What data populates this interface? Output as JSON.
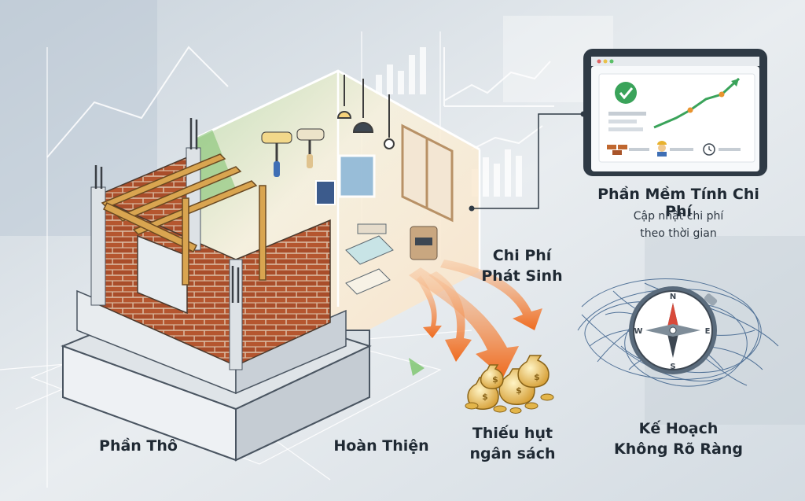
{
  "labels": {
    "phan_tho": "Phần Thô",
    "hoan_thien": "Hoàn Thiện",
    "thieu_hut": [
      "Thiếu hụt",
      "ngân sách"
    ],
    "ke_hoach": [
      "Kế Hoạch",
      "Không Rõ Ràng"
    ],
    "chi_phi_phat_sinh": [
      "Chi Phí",
      "Phát Sinh"
    ],
    "phan_mem": {
      "title": "Phần Mềm Tính Chi Phí",
      "subtitle": [
        "Cập nhật chi phí",
        "theo thời gian"
      ]
    }
  },
  "colors": {
    "brick": "#b5562f",
    "mortar": "#d9b9a0",
    "timber": "#d9a550",
    "concrete": "#e6eaee",
    "arrow": "#f07a2c",
    "screen_frame": "#2f3a45",
    "check": "#3aa35a",
    "blueprint": "#3a5f8a",
    "coin": "#e3b54a"
  },
  "icons": [
    "check-circle-icon",
    "bricks-icon",
    "worker-icon",
    "clock-icon",
    "compass-icon",
    "money-bag-icon",
    "paint-roller-icon",
    "pendant-lamp-icon"
  ]
}
